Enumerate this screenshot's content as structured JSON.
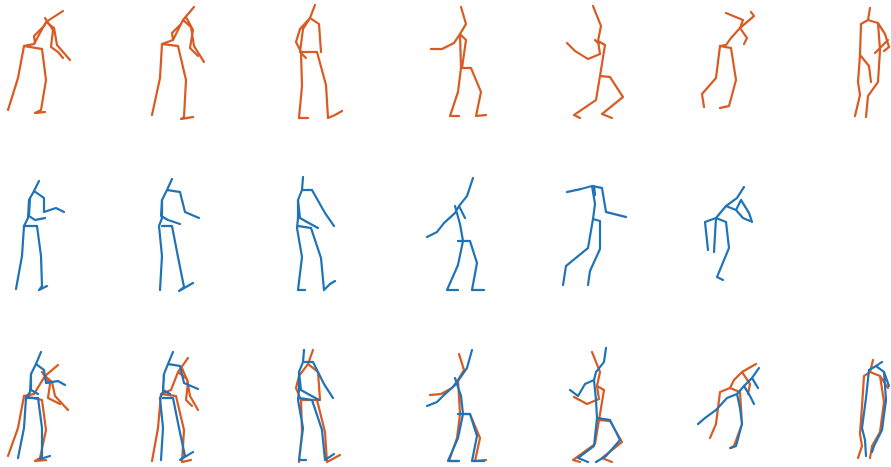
{
  "colors": {
    "prediction": "#d95a22",
    "ground_truth": "#1f73b7",
    "background": "#ffffff"
  },
  "rows": [
    {
      "id": "row-orange",
      "colors": [
        "prediction"
      ]
    },
    {
      "id": "row-blue",
      "colors": [
        "ground_truth"
      ]
    },
    {
      "id": "row-overlay",
      "colors": [
        "prediction",
        "ground_truth"
      ]
    }
  ],
  "columns": [
    {
      "id": "pose-1",
      "orange": true,
      "blue": true
    },
    {
      "id": "pose-2",
      "orange": true,
      "blue": true
    },
    {
      "id": "pose-3",
      "orange": true,
      "blue": true
    },
    {
      "id": "pose-4",
      "orange": true,
      "blue": true
    },
    {
      "id": "pose-5",
      "orange": true,
      "blue": true
    },
    {
      "id": "pose-6",
      "orange": true,
      "blue": true
    },
    {
      "id": "pose-7",
      "orange": true,
      "blue": false
    }
  ]
}
